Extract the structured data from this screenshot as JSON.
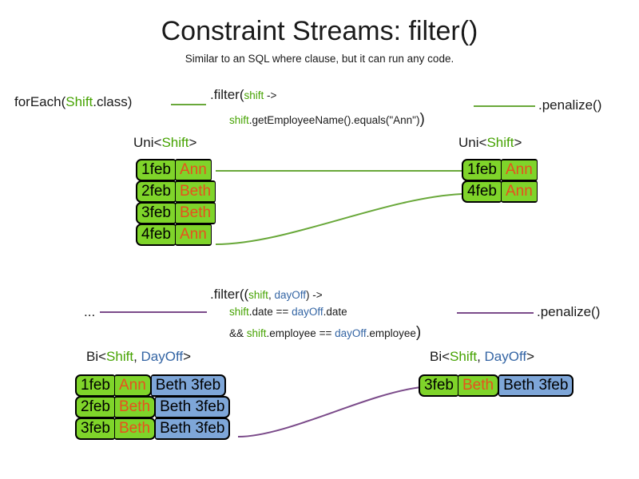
{
  "title": "Constraint Streams: filter()",
  "subtitle": "Similar to an SQL where clause, but it can run any code.",
  "colors": {
    "green_pill": "#7fd42a",
    "blue_pill": "#7ea6d8",
    "name_text": "#e8501e",
    "keyword_green": "#46a302",
    "keyword_blue": "#3465a4",
    "wire_green": "#69a83a",
    "wire_purple": "#7b4b8a",
    "text": "#1a1a1a"
  },
  "uni_section": {
    "source_call": {
      "prefix": "forEach(",
      "type": "Shift",
      "suffix": ".class)"
    },
    "filter": {
      "line1_prefix": ".filter(",
      "line1_param": "shift",
      "line1_suffix": " ->",
      "line2_var": "shift",
      "line2_body": ".getEmployeeName().equals(\"Ann\")",
      "line2_close": ")"
    },
    "terminal_call": ".penalize()",
    "input_label": {
      "prefix": "Uni<",
      "type": "Shift",
      "suffix": ">"
    },
    "output_label": {
      "prefix": "Uni<",
      "type": "Shift",
      "suffix": ">"
    },
    "input_rows": [
      {
        "date": "1feb",
        "name": "Ann"
      },
      {
        "date": "2feb",
        "name": "Beth"
      },
      {
        "date": "3feb",
        "name": "Beth"
      },
      {
        "date": "4feb",
        "name": "Ann"
      }
    ],
    "output_rows": [
      {
        "date": "1feb",
        "name": "Ann"
      },
      {
        "date": "4feb",
        "name": "Ann"
      }
    ]
  },
  "bi_section": {
    "source_call": "...",
    "filter": {
      "line1_prefix": ".filter((",
      "line1_param1": "shift",
      "line1_comma": ", ",
      "line1_param2": "dayOff",
      "line1_suffix": ") ->",
      "line2_var1": "shift",
      "line2_mid": ".date == ",
      "line2_var2": "dayOff",
      "line2_end": ".date",
      "line3_and": "&& ",
      "line3_var1": "shift",
      "line3_mid": ".employee == ",
      "line3_var2": "dayOff",
      "line3_end": ".employee",
      "line3_close": ")"
    },
    "terminal_call": ".penalize()",
    "input_label": {
      "prefix": "Bi<",
      "type1": "Shift",
      "comma": ", ",
      "type2": "DayOff",
      "suffix": ">"
    },
    "output_label": {
      "prefix": "Bi<",
      "type1": "Shift",
      "comma": ", ",
      "type2": "DayOff",
      "suffix": ">"
    },
    "input_rows": [
      {
        "date": "1feb",
        "name": "Ann",
        "dayoff": "Beth 3feb"
      },
      {
        "date": "2feb",
        "name": "Beth",
        "dayoff": "Beth 3feb"
      },
      {
        "date": "3feb",
        "name": "Beth",
        "dayoff": "Beth 3feb"
      }
    ],
    "output_rows": [
      {
        "date": "3feb",
        "name": "Beth",
        "dayoff": "Beth 3feb"
      }
    ]
  }
}
